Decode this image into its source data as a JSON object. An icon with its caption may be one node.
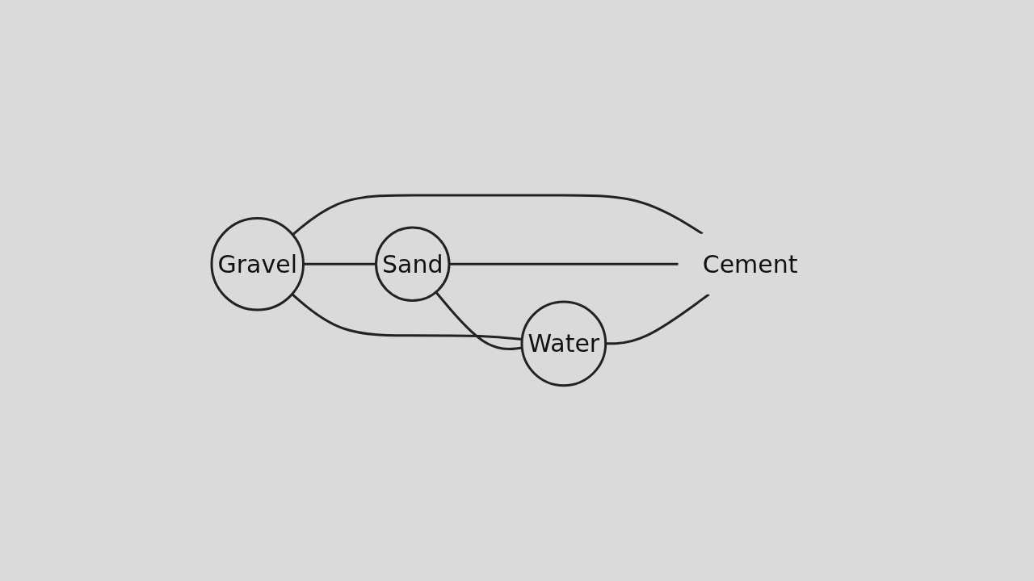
{
  "diagram": {
    "nodes": [
      {
        "text": [
          "Gravel"
        ]
      },
      {
        "text": [
          "Sand"
        ]
      },
      {
        "text": [
          "Cement"
        ]
      },
      {
        "text": [
          "Water"
        ]
      }
    ],
    "edges": [
      {
        "from": 0,
        "to": 1,
        "arrow": "none"
      },
      {
        "from": 0,
        "to": 3,
        "arrow": "none"
      },
      {
        "from": 1,
        "to": 3,
        "arrow": "none"
      },
      {
        "from": 0,
        "to": 2,
        "arrow": "none"
      },
      {
        "from": 1,
        "to": 2,
        "arrow": "none"
      },
      {
        "from": 3,
        "to": 2,
        "arrow": "none"
      }
    ]
  }
}
